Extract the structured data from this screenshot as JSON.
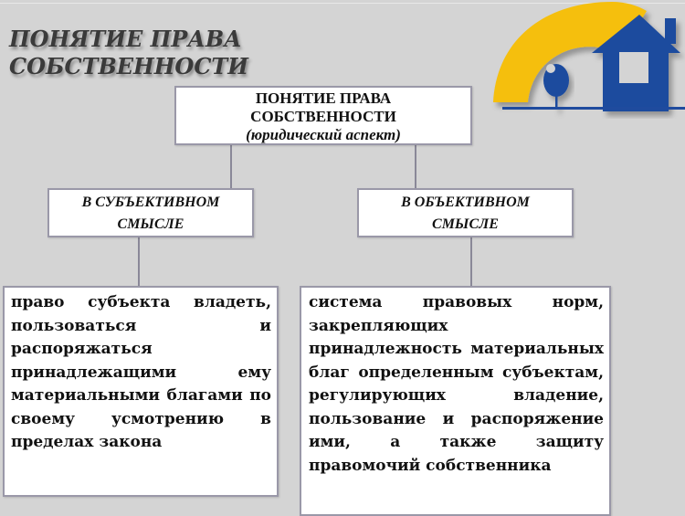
{
  "slide": {
    "title_line1": "ПОНЯТИЕ ПРАВА",
    "title_line2": "СОБСТВЕННОСТИ"
  },
  "diagram": {
    "root": {
      "line1": "ПОНЯТИЕ ПРАВА",
      "line2": "СОБСТВЕННОСТИ",
      "line3": "(юридический аспект)"
    },
    "left": {
      "header_line1": "В СУБЪЕКТИВНОМ",
      "header_line2": "СМЫСЛЕ",
      "definition": "право субъекта владеть, пользоваться и распоряжаться принадлежащими ему материальными благами по своему усмотрению в пределах закона"
    },
    "right": {
      "header_line1": "В ОБЪЕКТИВНОМ",
      "header_line2": "СМЫСЛЕ",
      "definition": "система правовых норм, закрепляющих принадлежность материальных благ определенным субъектам, регулирующих владение, пользование и распоряжение ими, а также защиту правомочий собственника"
    }
  },
  "logo": {
    "icon": "house-sun-tree-logo",
    "colors": {
      "sun": "#f5bf0f",
      "house": "#1f4b9e",
      "ground": "#1f4b9e"
    }
  },
  "colors": {
    "background": "#d4d4d4",
    "box_fill": "#ffffff",
    "box_border": "#9a98a8",
    "connector": "#8a8898",
    "title_text": "#3a3a3a"
  }
}
